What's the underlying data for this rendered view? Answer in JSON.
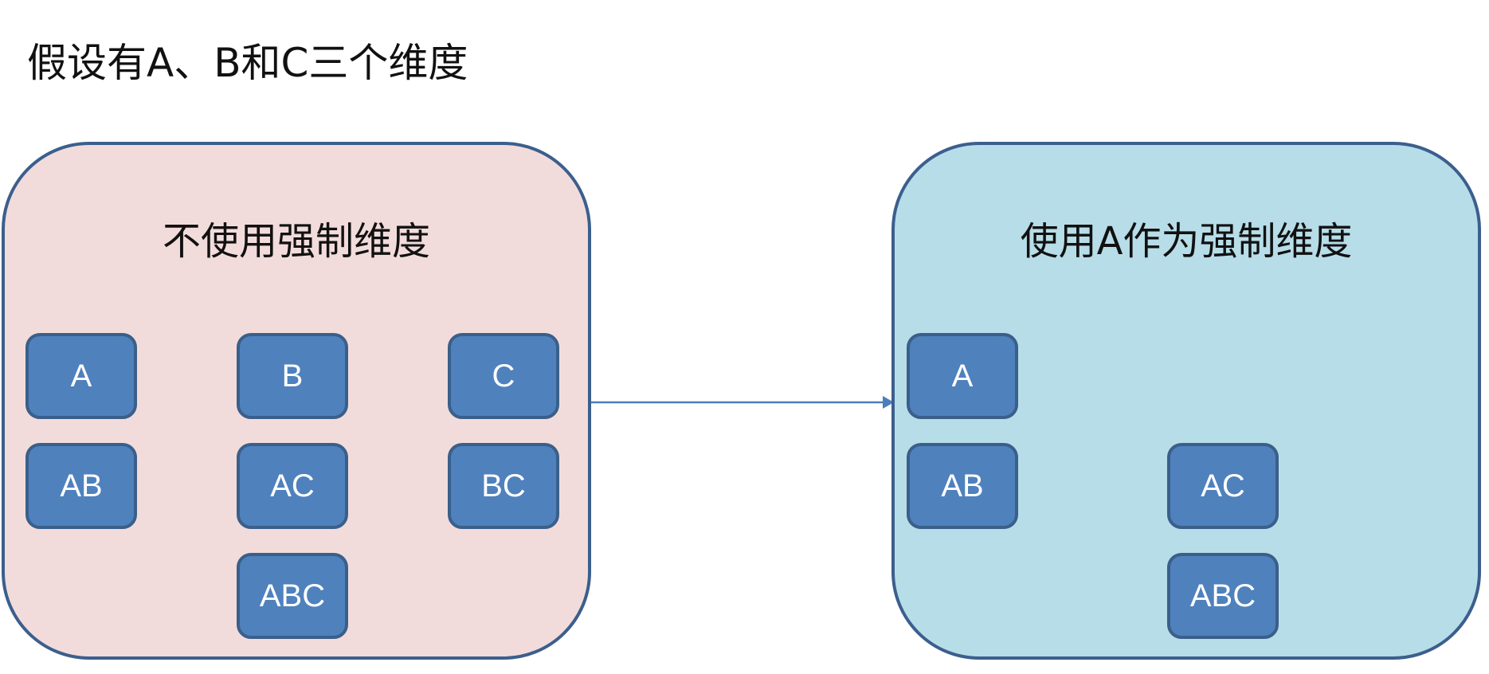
{
  "title": "假设有A、B和C三个维度",
  "panels": {
    "left": {
      "title": "不使用强制维度",
      "nodes": [
        "A",
        "B",
        "C",
        "AB",
        "AC",
        "BC",
        "ABC"
      ]
    },
    "right": {
      "title": "使用A作为强制维度",
      "nodes": [
        "A",
        "AB",
        "AC",
        "ABC"
      ]
    }
  },
  "colors": {
    "left_panel_fill": "#f2dcdb",
    "right_panel_fill": "#b7dde8",
    "panel_border": "#3b5f8d",
    "node_fill": "#4f81bd",
    "arrow": "#4a7ebb"
  }
}
